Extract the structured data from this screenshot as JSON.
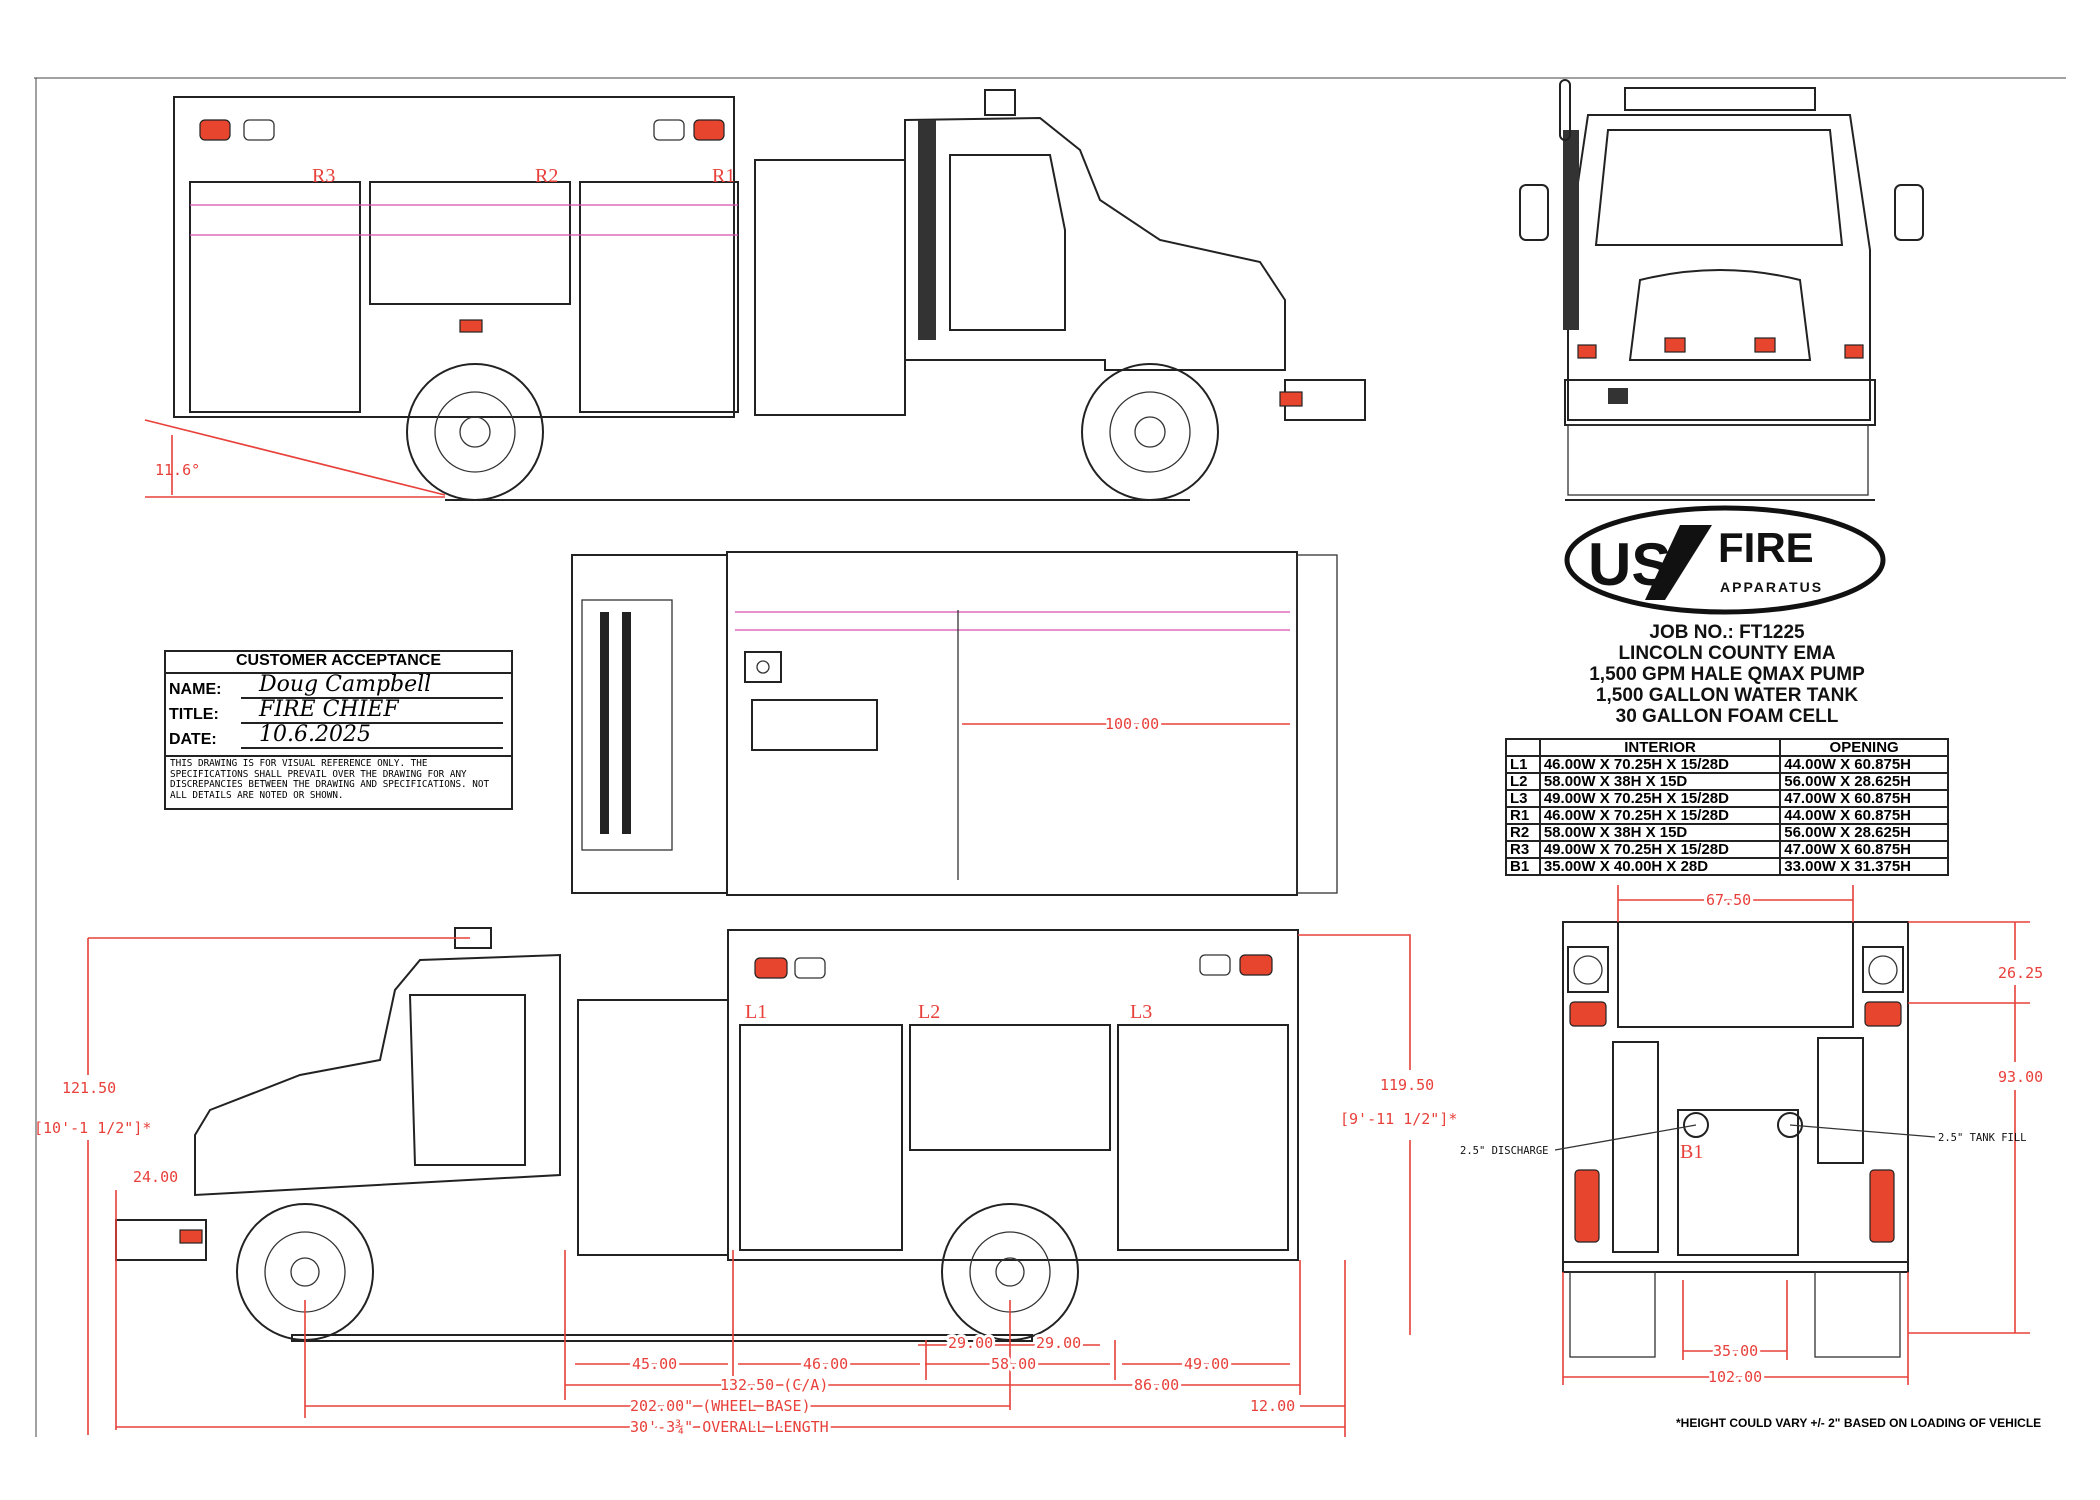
{
  "company": {
    "logo_text_us": "US",
    "logo_text_fire": "FIRE",
    "logo_text_apparatus": "APPARATUS"
  },
  "job": {
    "job_no": "JOB NO.: FT1225",
    "customer": "LINCOLN COUNTY EMA",
    "pump": "1,500 GPM HALE QMAX PUMP",
    "tank": "1,500 GALLON WATER TANK",
    "foam": "30 GALLON FOAM CELL"
  },
  "compartments": {
    "headers": [
      "",
      "INTERIOR",
      "OPENING"
    ],
    "rows": [
      {
        "id": "L1",
        "interior": "46.00W X 70.25H X 15/28D",
        "opening": "44.00W X 60.875H"
      },
      {
        "id": "L2",
        "interior": "58.00W X 38H X 15D",
        "opening": "56.00W X 28.625H"
      },
      {
        "id": "L3",
        "interior": "49.00W X 70.25H X 15/28D",
        "opening": "47.00W X 60.875H"
      },
      {
        "id": "R1",
        "interior": "46.00W X 70.25H X 15/28D",
        "opening": "44.00W X 60.875H"
      },
      {
        "id": "R2",
        "interior": "58.00W X 38H X 15D",
        "opening": "56.00W X 28.625H"
      },
      {
        "id": "R3",
        "interior": "49.00W X 70.25H X 15/28D",
        "opening": "47.00W X 60.875H"
      },
      {
        "id": "B1",
        "interior": "35.00W X 40.00H X 28D",
        "opening": "33.00W X 31.375H"
      }
    ]
  },
  "acceptance": {
    "title": "CUSTOMER ACCEPTANCE",
    "name_label": "NAME:",
    "name_value": "Doug Campbell",
    "title_label": "TITLE:",
    "title_value": "FIRE CHIEF",
    "date_label": "DATE:",
    "date_value": "10.6.2025",
    "note": "THIS DRAWING IS FOR VISUAL REFERENCE ONLY. THE SPECIFICATIONS SHALL PREVAIL OVER THE DRAWING FOR ANY DISCREPANCIES BETWEEN THE DRAWING AND SPECIFICATIONS. NOT ALL DETAILS ARE NOTED OR SHOWN."
  },
  "labels": {
    "r3": "R3",
    "r2": "R2",
    "r1": "R1",
    "l1": "L1",
    "l2": "L2",
    "l3": "L3",
    "b1": "B1",
    "approach_angle": "11.6°",
    "discharge": "2.5\" DISCHARGE",
    "tank_fill": "2.5\" TANK FILL"
  },
  "dimensions": {
    "top_100": "100.00",
    "height_left": "121.50",
    "height_left_ft": "[10'-1 1/2\"]*",
    "front_overhang": "24.00",
    "height_right": "119.50",
    "height_right_ft": "[9'-11 1/2\"]*",
    "d29a": "29.00",
    "d29b": "29.00",
    "d45": "45.00",
    "d46": "46.00",
    "d58": "58.00",
    "d49": "49.00",
    "ca": "132.50 (C/A)",
    "d86": "86.00",
    "wheelbase": "202.00\" (WHEEL BASE)",
    "d12": "12.00",
    "overall": "30'-3¾\" OVERALL LENGTH",
    "rear_6750": "67.50",
    "rear_2625": "26.25",
    "rear_93": "93.00",
    "rear_35": "35.00",
    "rear_102": "102.00"
  },
  "footnote": "*HEIGHT COULD VARY +/- 2\" BASED ON LOADING OF VEHICLE"
}
